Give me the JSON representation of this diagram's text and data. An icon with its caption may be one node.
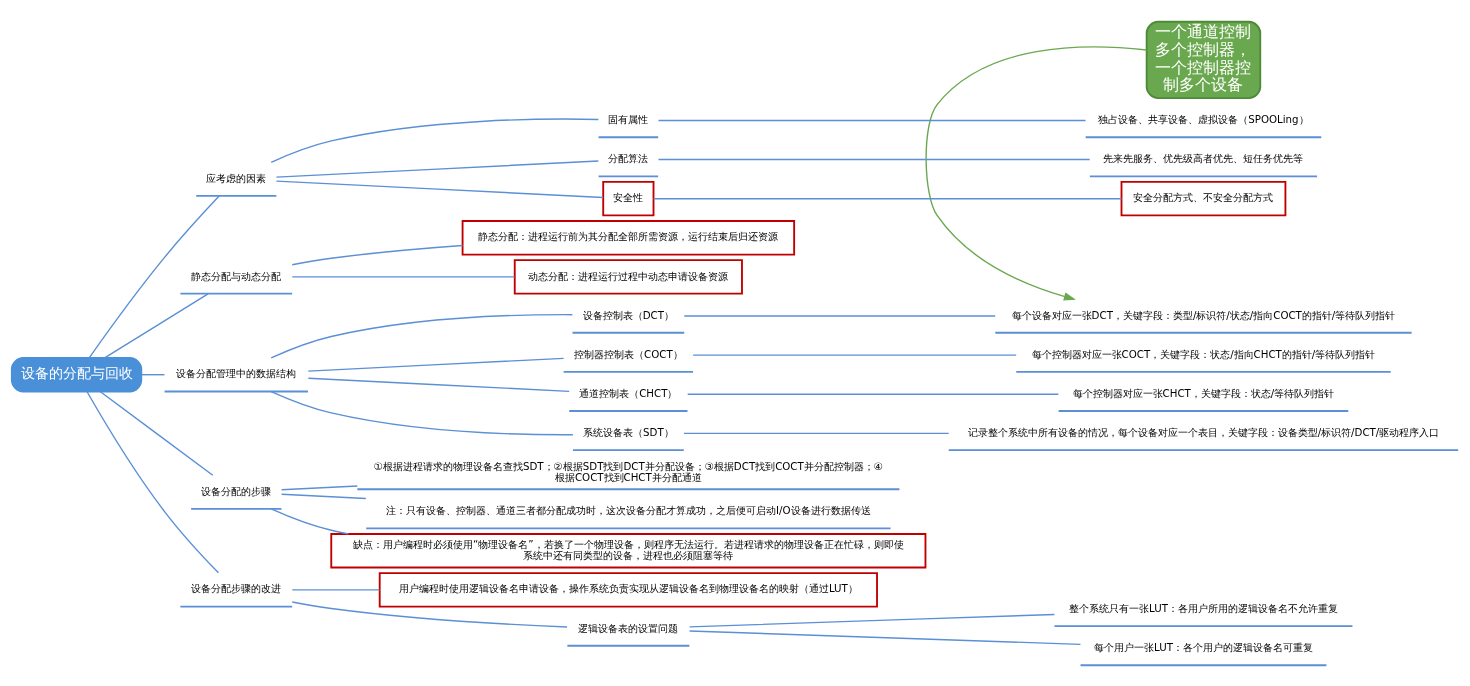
{
  "diagram": {
    "nodes": [
      {
        "text": [
          "设备的分配与回收"
        ]
      },
      {
        "text": [
          "应考虑的因素"
        ]
      },
      {
        "text": [
          "固有属性"
        ]
      },
      {
        "text": [
          "独占设备、共享设备、虚拟设备（SPOOLing）"
        ]
      },
      {
        "text": [
          "分配算法"
        ]
      },
      {
        "text": [
          "先来先服务、优先级高者优先、短任务优先等"
        ]
      },
      {
        "text": [
          "安全性"
        ]
      },
      {
        "text": [
          "安全分配方式、不安全分配方式"
        ]
      },
      {
        "text": [
          "静态分配与动态分配"
        ]
      },
      {
        "text": [
          "静态分配：进程运行前为其分配全部所需资源，运行结束后归还资源"
        ]
      },
      {
        "text": [
          "动态分配：进程运行过程中动态申请设备资源"
        ]
      },
      {
        "text": [
          "设备分配管理中的数据结构"
        ]
      },
      {
        "text": [
          "设备控制表（DCT）"
        ]
      },
      {
        "text": [
          "每个设备对应一张DCT，关键字段：类型/标识符/状态/指向COCT的指针/等待队列指针"
        ]
      },
      {
        "text": [
          "控制器控制表（COCT）"
        ]
      },
      {
        "text": [
          "每个控制器对应一张COCT，关键字段：状态/指向CHCT的指针/等待队列指针"
        ]
      },
      {
        "text": [
          "通道控制表（CHCT）"
        ]
      },
      {
        "text": [
          "每个控制器对应一张CHCT，关键字段：状态/等待队列指针"
        ]
      },
      {
        "text": [
          "系统设备表（SDT）"
        ]
      },
      {
        "text": [
          "记录整个系统中所有设备的情况，每个设备对应一个表目，关键字段：设备类型/标识符/DCT/驱动程序入口"
        ]
      },
      {
        "text": [
          "设备分配的步骤"
        ]
      },
      {
        "text": [
          "①根据进程请求的物理设备名查找SDT；②根据SDT找到DCT并分配设备；③根据DCT找到COCT并分配控制器；④根据COCT找到CHCT并分配通道"
        ]
      },
      {
        "text": [
          "注：只有设备、控制器、通道三者都分配成功时，这次设备分配才算成功，之后便可启动I/O设备进行数据传送"
        ]
      },
      {
        "text": [
          "缺点：用户编程时必须使用“物理设备名”，若换了一个物理设备，则程序无法运行。若进程请求的物理设备正在忙碌，则即使系统中还有同类型的设备，进程也必须阻塞等待"
        ]
      },
      {
        "text": [
          "设备分配步骤的改进"
        ]
      },
      {
        "text": [
          "用户编程时使用逻辑设备名申请设备，操作系统负责实现从逻辑设备名到物理设备名的映射（通过LUT）"
        ]
      },
      {
        "text": [
          "逻辑设备表的设置问题"
        ]
      },
      {
        "text": [
          "整个系统只有一张LUT：各用户所用的逻辑设备名不允许重复"
        ]
      },
      {
        "text": [
          "每个用户一张LUT：各个用户的逻辑设备名可重复"
        ]
      },
      {
        "text": [
          "一个通道控制多个控制器，一个控制器控制多个设备"
        ]
      }
    ],
    "edges": [
      {
        "from": 0,
        "to": 1,
        "arrow": "none"
      },
      {
        "from": 1,
        "to": 2,
        "arrow": "none"
      },
      {
        "from": 2,
        "to": 3,
        "arrow": "none"
      },
      {
        "from": 1,
        "to": 4,
        "arrow": "none"
      },
      {
        "from": 4,
        "to": 5,
        "arrow": "none"
      },
      {
        "from": 1,
        "to": 6,
        "arrow": "none"
      },
      {
        "from": 6,
        "to": 7,
        "arrow": "none"
      },
      {
        "from": 0,
        "to": 8,
        "arrow": "none"
      },
      {
        "from": 8,
        "to": 9,
        "arrow": "none"
      },
      {
        "from": 8,
        "to": 10,
        "arrow": "none"
      },
      {
        "from": 0,
        "to": 11,
        "arrow": "none"
      },
      {
        "from": 11,
        "to": 12,
        "arrow": "none"
      },
      {
        "from": 12,
        "to": 13,
        "arrow": "none"
      },
      {
        "from": 11,
        "to": 14,
        "arrow": "none"
      },
      {
        "from": 14,
        "to": 15,
        "arrow": "none"
      },
      {
        "from": 11,
        "to": 16,
        "arrow": "none"
      },
      {
        "from": 16,
        "to": 17,
        "arrow": "none"
      },
      {
        "from": 11,
        "to": 18,
        "arrow": "none"
      },
      {
        "from": 18,
        "to": 19,
        "arrow": "none"
      },
      {
        "from": 0,
        "to": 20,
        "arrow": "none"
      },
      {
        "from": 20,
        "to": 21,
        "arrow": "none"
      },
      {
        "from": 20,
        "to": 22,
        "arrow": "none"
      },
      {
        "from": 20,
        "to": 23,
        "arrow": "none"
      },
      {
        "from": 0,
        "to": 24,
        "arrow": "none"
      },
      {
        "from": 24,
        "to": 25,
        "arrow": "none"
      },
      {
        "from": 24,
        "to": 26,
        "arrow": "none"
      },
      {
        "from": 26,
        "to": 27,
        "arrow": "none"
      },
      {
        "from": 26,
        "to": 28,
        "arrow": "none"
      },
      {
        "from": 29,
        "to": 13,
        "arrow": "to",
        "color": "#6aa84f"
      }
    ]
  }
}
